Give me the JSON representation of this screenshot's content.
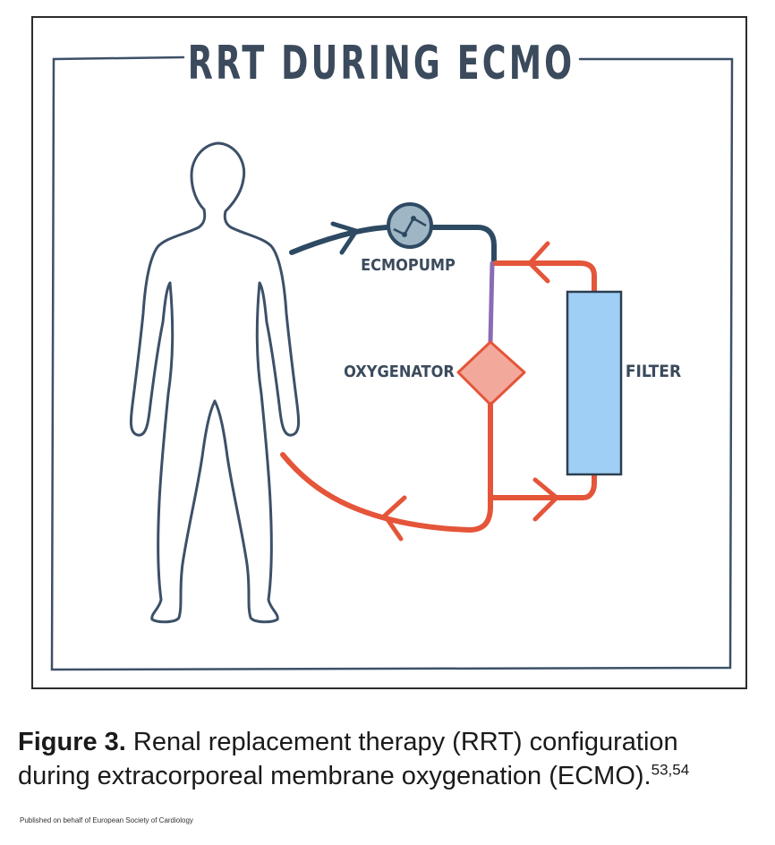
{
  "diagram": {
    "title": "RRT DURING ECMO",
    "labels": {
      "pump": "ECMOPUMP",
      "oxygenator": "OXYGENATOR",
      "filter": "FILTER"
    },
    "colors": {
      "frame": "#3d5068",
      "body_outline": "#3d5068",
      "venous_line": "#2e4a63",
      "arterial_line": "#e4553a",
      "oxygenator_segment": "#8a6bb5",
      "oxygenator_fill": "#f2a99b",
      "filter_fill": "#9fcff5",
      "pump_fill": "#9fb6c4"
    }
  },
  "caption": {
    "label": "Figure 3.",
    "text_line1": "Renal replacement therapy (RRT) configuration",
    "text_line2": "during extracorporeal membrane oxygenation (ECMO).",
    "refs": "53,54"
  },
  "publisher_note": "Published on behalf of European Society of Cardiology"
}
